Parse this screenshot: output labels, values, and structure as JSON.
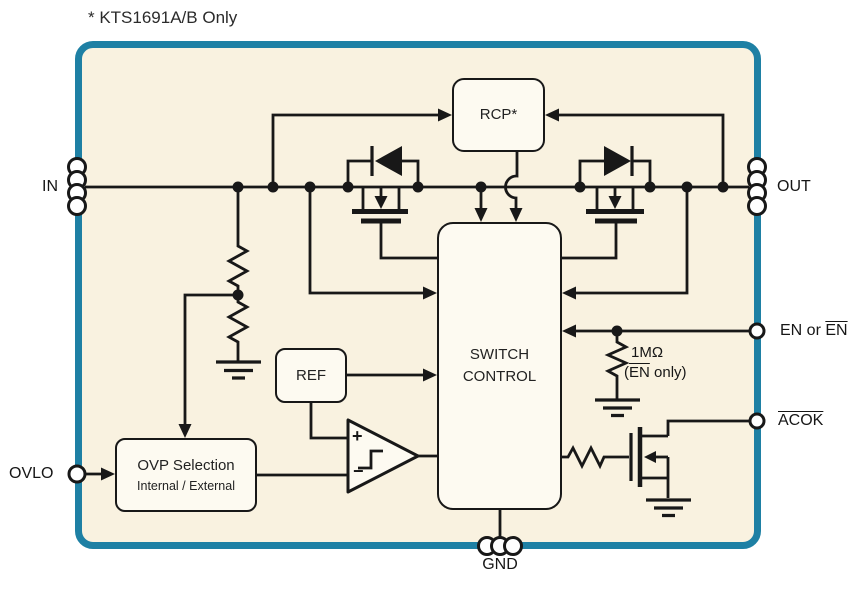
{
  "note": "* KTS1691A/B Only",
  "blocks": {
    "rcp": {
      "label": "RCP*"
    },
    "switch_control": {
      "line1": "SWITCH",
      "line2": "CONTROL"
    },
    "ref": {
      "label": "REF"
    },
    "ovp_selection": {
      "title": "OVP Selection",
      "subtitle": "Internal / External"
    }
  },
  "pins": {
    "in": "IN",
    "out": "OUT",
    "ovlo": "OVLO",
    "gnd": "GND",
    "en_prefix": "EN or ",
    "en_overlined": "EN",
    "acok": "ACOK"
  },
  "labels": {
    "pullup_value": "1MΩ",
    "pullup_cond_open": "(",
    "pullup_cond_overlined": "EN",
    "pullup_cond_rest": " only)"
  },
  "comparator": {
    "plus": "+",
    "minus": "−"
  },
  "colors": {
    "chip_border": "#1e80a4",
    "chip_background": "#f9f2e0",
    "wire": "#181818",
    "block_fill": "#fdfaf1"
  }
}
